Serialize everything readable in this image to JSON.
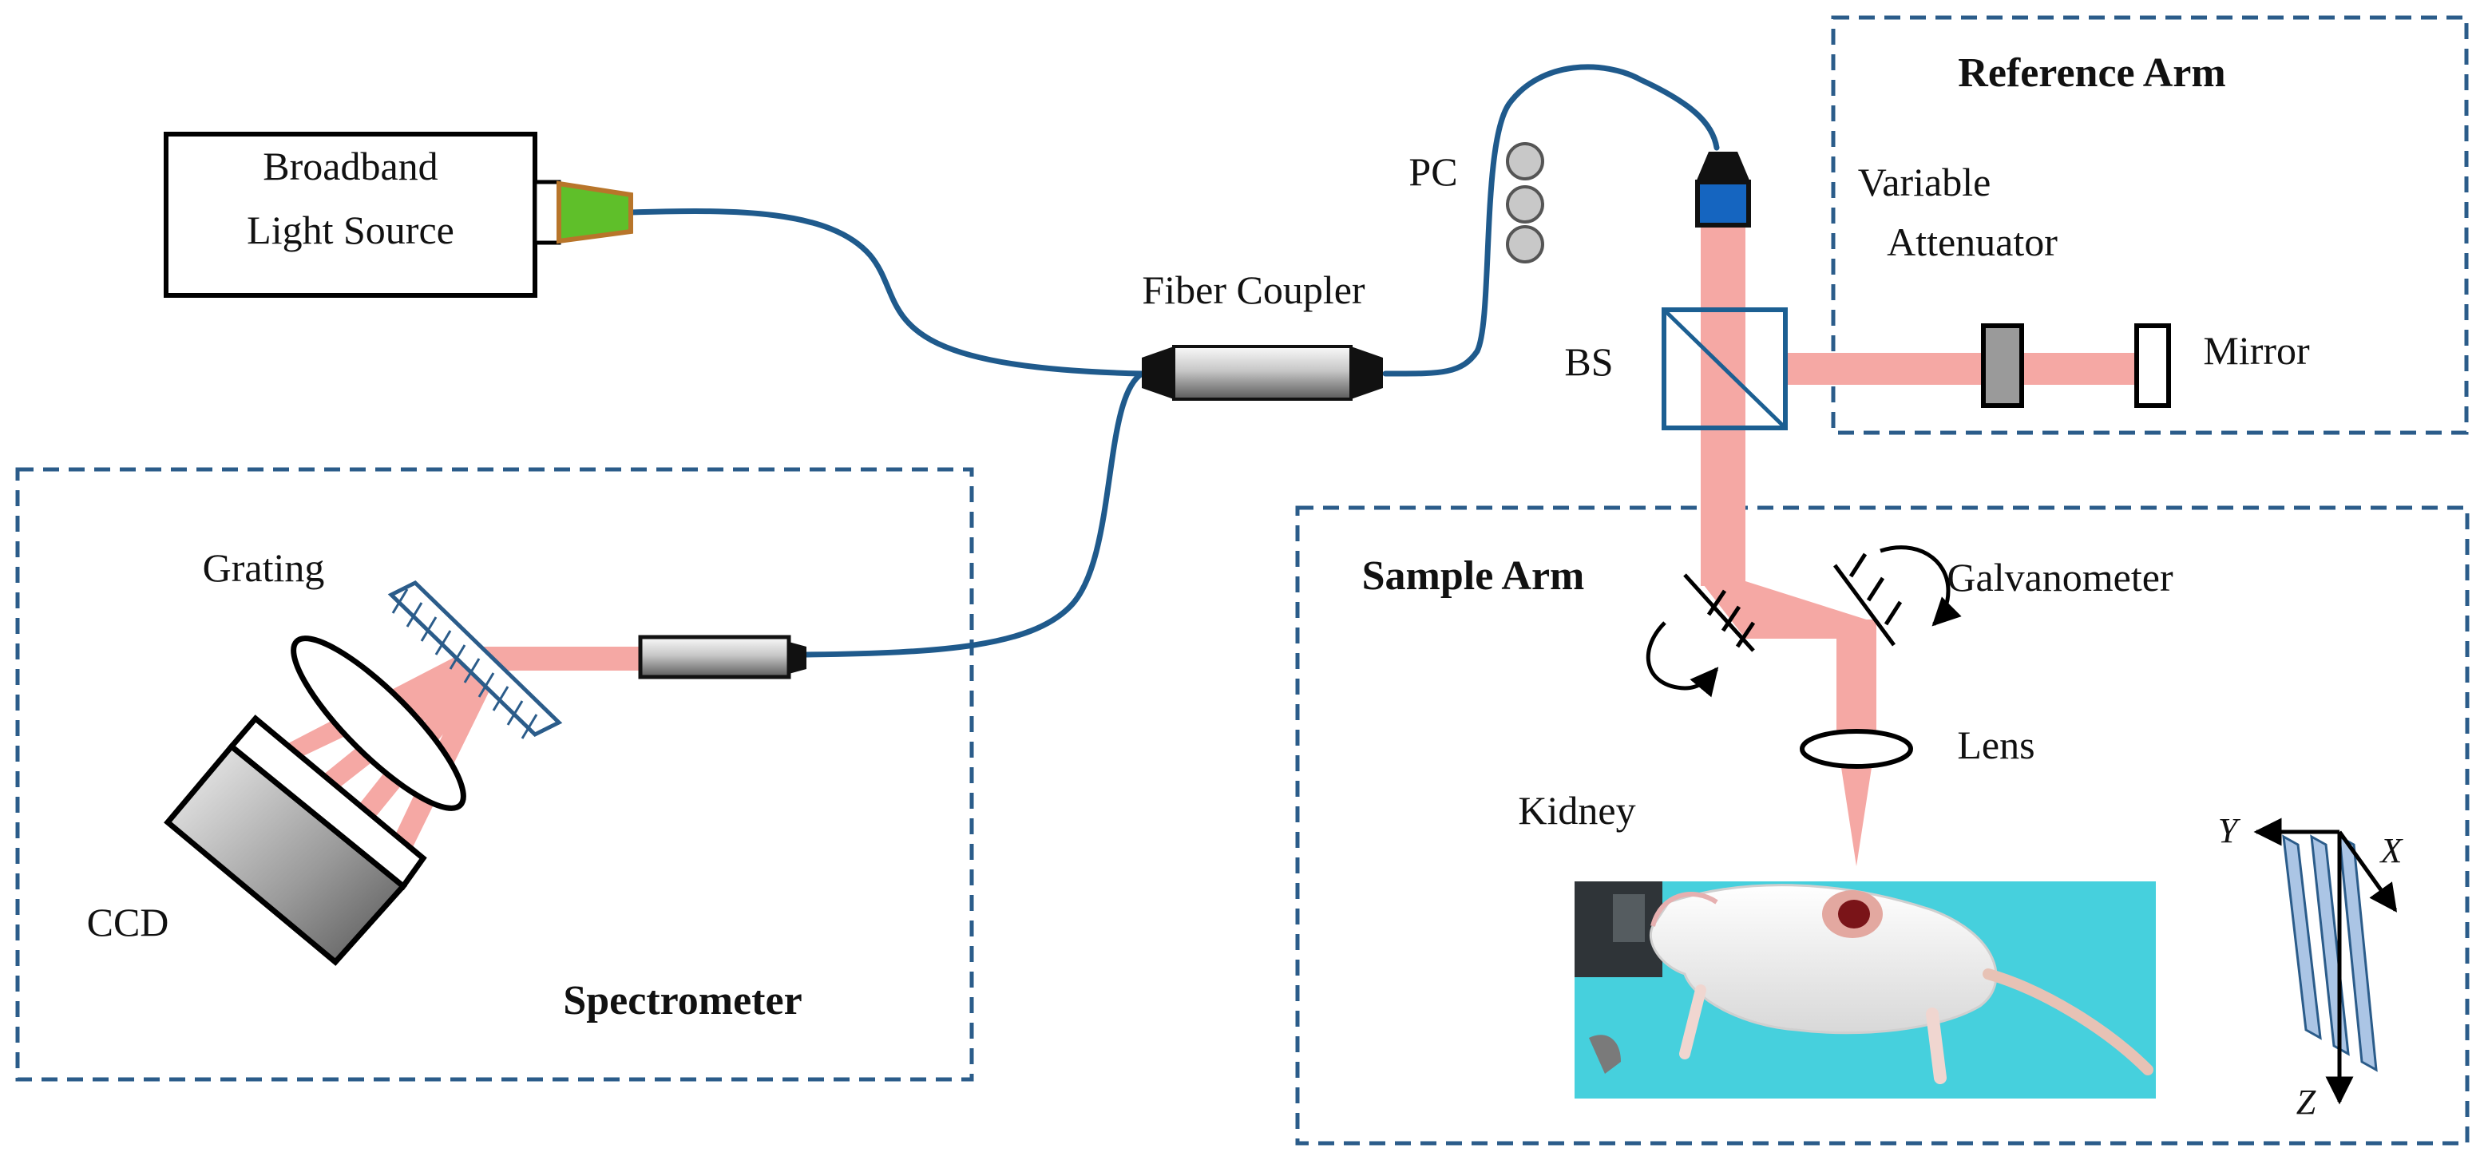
{
  "labels": {
    "light_source_line1": "Broadband",
    "light_source_line2": "Light Source",
    "pc": "PC",
    "fiber_coupler": "Fiber Coupler",
    "reference_arm": "Reference Arm",
    "variable_line1": "Variable",
    "variable_line2": "Attenuator",
    "bs": "BS",
    "mirror": "Mirror",
    "sample_arm": "Sample Arm",
    "galvanometer": "Galvanometer",
    "lens": "Lens",
    "kidney": "Kidney",
    "grating": "Grating",
    "ccd": "CCD",
    "spectrometer": "Spectrometer",
    "axis_x": "X",
    "axis_y": "Y",
    "axis_z": "Z"
  },
  "colors": {
    "fiber": "#1f5a8c",
    "beam": "#f5a8a4",
    "frame": "#2b5c8a",
    "bs_stroke": "#1c5f92",
    "collimator_tip": "#1565c0",
    "source_cone": "#5fbf2a",
    "source_cone_outline": "#b8752a",
    "plane_fill": "#8fb2dc",
    "background_teal": "#46d0dd"
  }
}
